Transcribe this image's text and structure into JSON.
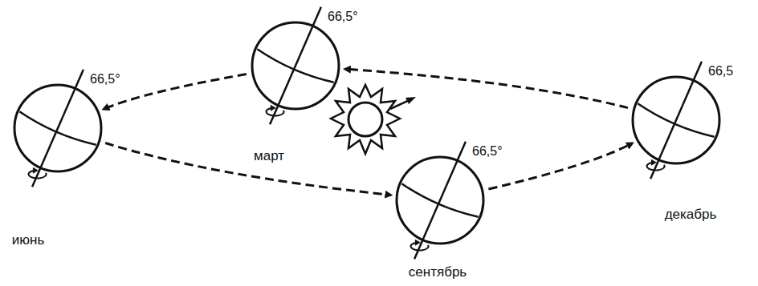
{
  "diagram": {
    "nodes": [
      {
        "text": [
          "66,5°",
          "март"
        ]
      },
      {
        "text": [
          "66,5°",
          "июнь"
        ]
      },
      {
        "text": [
          "66,5°",
          "сентябрь"
        ]
      },
      {
        "text": [
          "66,5",
          "декабрь"
        ]
      }
    ],
    "edges": [
      {
        "from": 0,
        "to": 1,
        "arrow": "to"
      },
      {
        "from": 1,
        "to": 2,
        "arrow": "to"
      },
      {
        "from": 2,
        "to": 3,
        "arrow": "to"
      },
      {
        "from": 3,
        "to": 0,
        "arrow": "to"
      }
    ]
  }
}
